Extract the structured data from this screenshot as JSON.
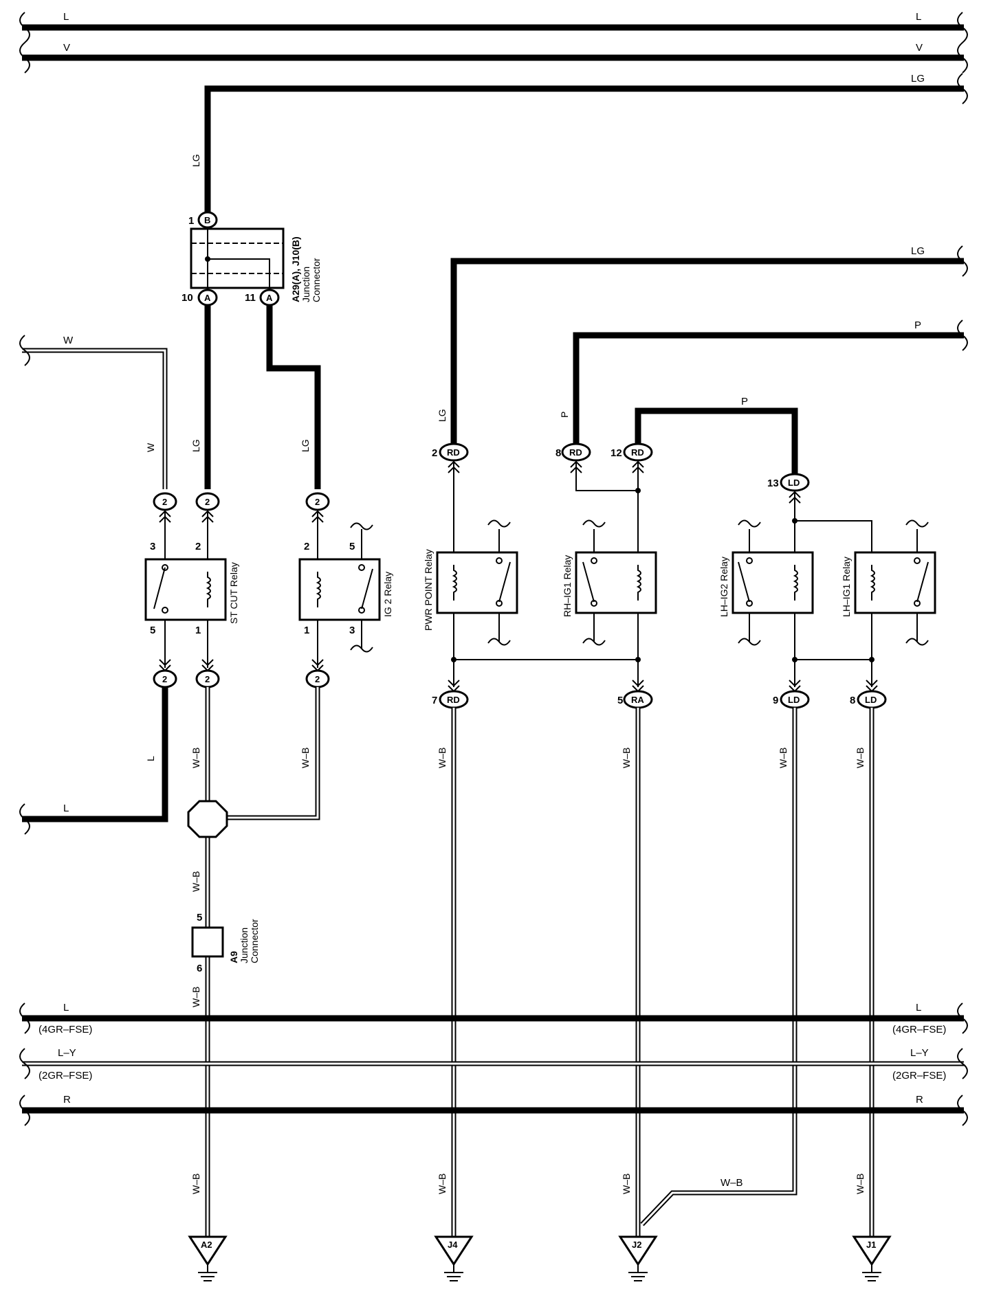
{
  "bus_wires": {
    "top_L": "L",
    "top_V": "V",
    "top_LG": "LG",
    "bottom_L": "L",
    "bottom_L_note": "(4GR–FSE)",
    "bottom_LY": "L–Y",
    "bottom_LY_note": "(2GR–FSE)",
    "bottom_R": "R"
  },
  "wire_colors": {
    "lg": "LG",
    "w": "W",
    "p": "P",
    "l": "L",
    "wb": "W–B"
  },
  "junction_a29": {
    "label_line1": "A29(A), J10(B)",
    "label_line2": "Junction",
    "label_line3": "Connector",
    "pin_top_num": "1",
    "pin_top_conn": "B",
    "pin_left_num": "10",
    "pin_left_conn": "A",
    "pin_right_num": "11",
    "pin_right_conn": "A"
  },
  "junction_a9": {
    "label_line1": "A9",
    "label_line2": "Junction",
    "label_line3": "Connector",
    "pin_top": "5",
    "pin_bottom": "6"
  },
  "relays": {
    "st_cut": {
      "label": "ST CUT Relay",
      "pin_3": "3",
      "pin_2": "2",
      "pin_5": "5",
      "pin_1": "1",
      "conn": "2"
    },
    "ig2": {
      "label": "IG 2 Relay",
      "pin_2": "2",
      "pin_5": "5",
      "pin_1": "1",
      "pin_3": "3",
      "conn": "2"
    },
    "pwr_point": {
      "label": "PWR POINT Relay"
    },
    "rh_ig1": {
      "label": "RH–IG1 Relay"
    },
    "lh_ig2": {
      "label": "LH–IG2 Relay"
    },
    "lh_ig1": {
      "label": "LH–IG1 Relay"
    }
  },
  "connectors": {
    "rd2": {
      "num": "2",
      "conn": "RD"
    },
    "rd8": {
      "num": "8",
      "conn": "RD"
    },
    "rd12": {
      "num": "12",
      "conn": "RD"
    },
    "ld13": {
      "num": "13",
      "conn": "LD"
    },
    "rd7": {
      "num": "7",
      "conn": "RD"
    },
    "ra5": {
      "num": "5",
      "conn": "RA"
    },
    "ld9": {
      "num": "9",
      "conn": "LD"
    },
    "ld8": {
      "num": "8",
      "conn": "LD"
    }
  },
  "grounds": {
    "a2": "A2",
    "j4": "J4",
    "j2": "J2",
    "j1": "J1"
  }
}
